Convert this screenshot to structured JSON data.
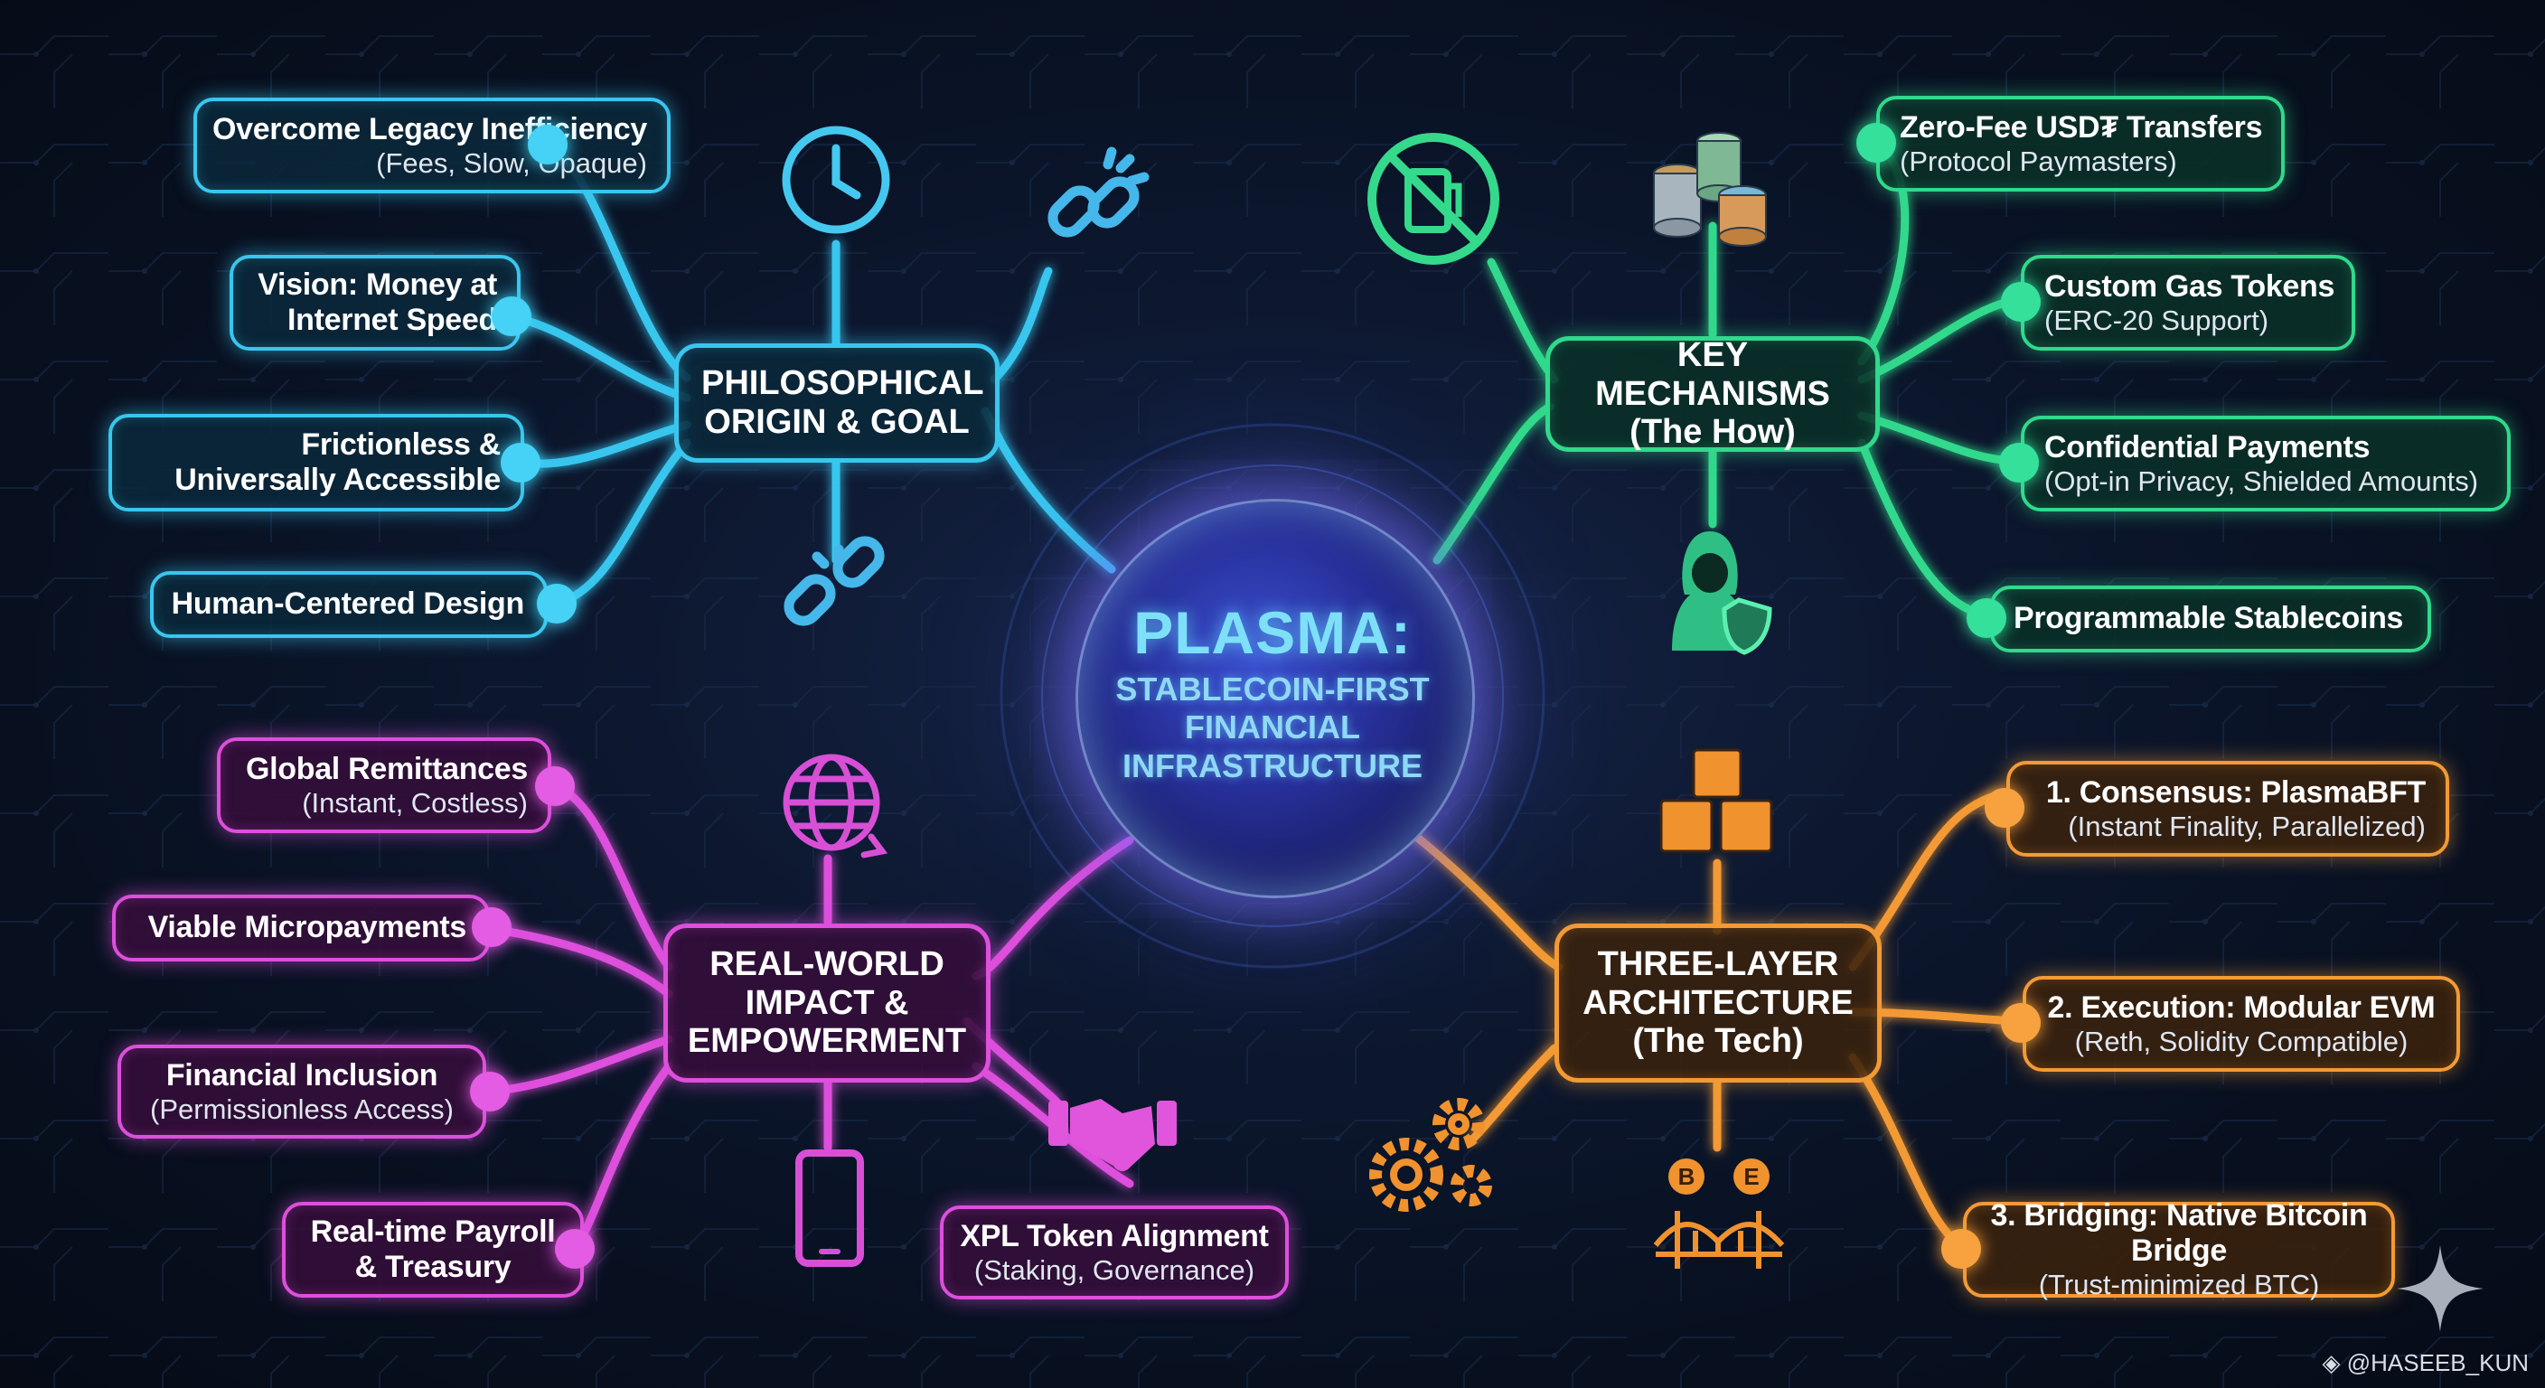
{
  "center": {
    "title": "PLASMA:",
    "subtitle": "STABLECOIN-FIRST FINANCIAL INFRASTRUCTURE"
  },
  "branches": {
    "philosophical": {
      "label": "PHILOSOPHICAL ORIGIN & GOAL",
      "color": "#39c6ee",
      "items": [
        {
          "title": "Overcome Legacy Inefficiency",
          "sub": "(Fees, Slow, Opaque)"
        },
        {
          "title": "Vision: Money at Internet Speed",
          "sub": ""
        },
        {
          "title": "Frictionless & Universally Accessible",
          "sub": ""
        },
        {
          "title": "Human-Centered Design",
          "sub": ""
        }
      ]
    },
    "mechanisms": {
      "label": "KEY MECHANISMS (The How)",
      "color": "#30d98c",
      "items": [
        {
          "title": "Zero-Fee USD₮ Transfers",
          "sub": "(Protocol Paymasters)"
        },
        {
          "title": "Custom Gas Tokens",
          "sub": "(ERC-20 Support)"
        },
        {
          "title": "Confidential Payments",
          "sub": "(Opt-in Privacy, Shielded Amounts)"
        },
        {
          "title": "Programmable Stablecoins",
          "sub": ""
        }
      ]
    },
    "impact": {
      "label": "REAL-WORLD IMPACT & EMPOWERMENT",
      "color": "#dd4fdc",
      "items": [
        {
          "title": "Global Remittances",
          "sub": "(Instant, Costless)"
        },
        {
          "title": "Viable Micropayments",
          "sub": ""
        },
        {
          "title": "Financial Inclusion",
          "sub": "(Permissionless Access)"
        },
        {
          "title": "Real-time Payroll & Treasury",
          "sub": ""
        },
        {
          "title": "XPL Token Alignment",
          "sub": "(Staking, Governance)"
        }
      ]
    },
    "architecture": {
      "label": "THREE-LAYER ARCHITECTURE (The Tech)",
      "color": "#f39a35",
      "items": [
        {
          "title": "1. Consensus: PlasmaBFT",
          "sub": "(Instant Finality, Parallelized)"
        },
        {
          "title": "2. Execution: Modular EVM",
          "sub": "(Reth, Solidity Compatible)"
        },
        {
          "title": "3. Bridging: Native Bitcoin Bridge",
          "sub": "(Trust-minimized BTC)"
        }
      ]
    }
  },
  "icons": {
    "clock": "clock-icon",
    "chain_link": "chain-link-icon",
    "broken_link": "broken-link-icon",
    "no_gas": "no-gas-pump-icon",
    "coins": "coin-stack-icon",
    "hacker_shield": "hooded-figure-shield-icon",
    "globe": "globe-icon",
    "phone": "smartphone-icon",
    "handshake": "handshake-icon",
    "blocks": "stacked-blocks-icon",
    "gears": "gears-icon",
    "bridge": "bridge-icon",
    "coin_b": "B",
    "coin_e": "E"
  },
  "watermark": "◈ @HASEEB_KUN"
}
